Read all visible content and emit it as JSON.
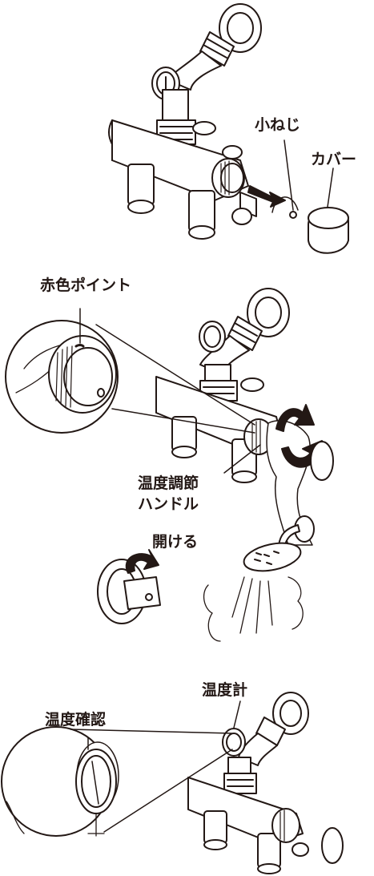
{
  "labels": {
    "small_screw": "小ねじ",
    "cover": "カバー",
    "red_point": "赤色ポイント",
    "temp_handle_line1": "温度調節",
    "temp_handle_line2": "ハンドル",
    "open": "開ける",
    "thermometer": "温度計",
    "temp_check": "温度確認"
  },
  "colors": {
    "ink": "#231815",
    "fill": "#ffffff",
    "shade": "#bfbfbf",
    "red": "#231815"
  }
}
